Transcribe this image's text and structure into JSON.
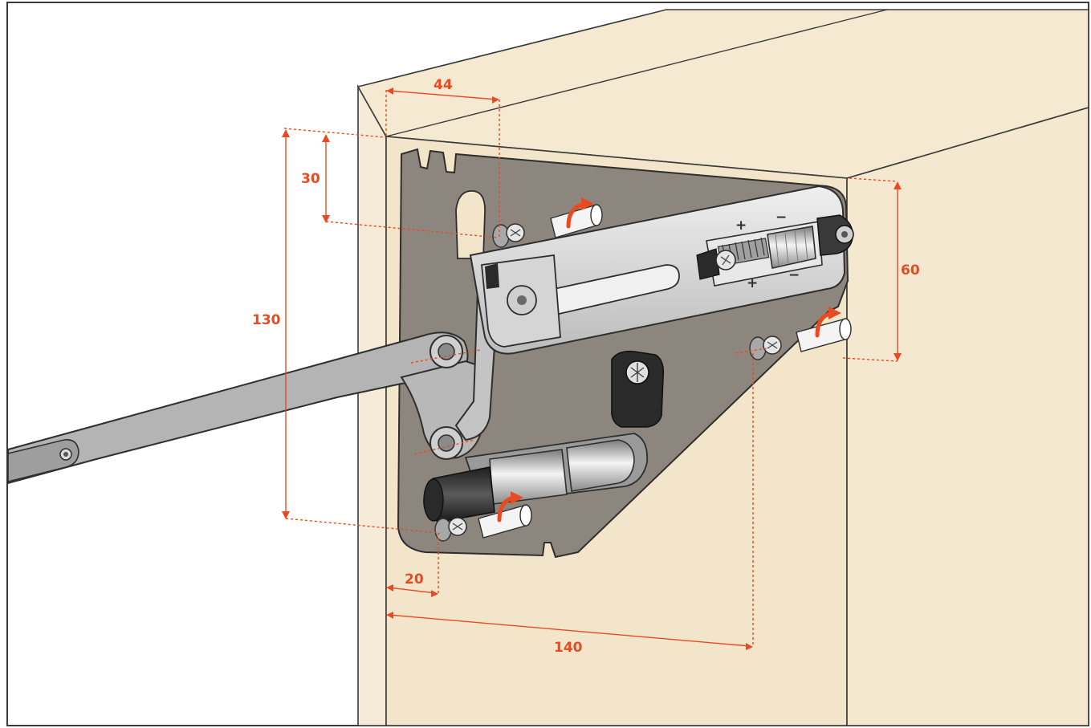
{
  "colors": {
    "background": "#ffffff",
    "cabinet_front": "#f3e5c9",
    "cabinet_top": "#f5e9d2",
    "cabinet_edge": "#f6ebd7",
    "cabinet_outline": "#3a3a3a",
    "plate": "#8d867e",
    "plate_outline": "#2e2e2e",
    "mechanism_metal": "#d7d7d7",
    "arm": "#b2b2b2",
    "dimension": "#e64b22"
  },
  "dimensions": {
    "d44": "44",
    "d30": "30",
    "d130": "130",
    "d60": "60",
    "d20": "20",
    "d140": "140"
  },
  "icons": {
    "screw": "screw-icon",
    "dowel": "dowel-icon",
    "rotate_arrow": "rotate-arrow-icon",
    "plus": "+",
    "minus": "−"
  },
  "labels": {
    "adjust_plus_top": "+",
    "adjust_minus_top": "−",
    "adjust_plus_bottom": "+",
    "adjust_minus_bottom": "−"
  }
}
